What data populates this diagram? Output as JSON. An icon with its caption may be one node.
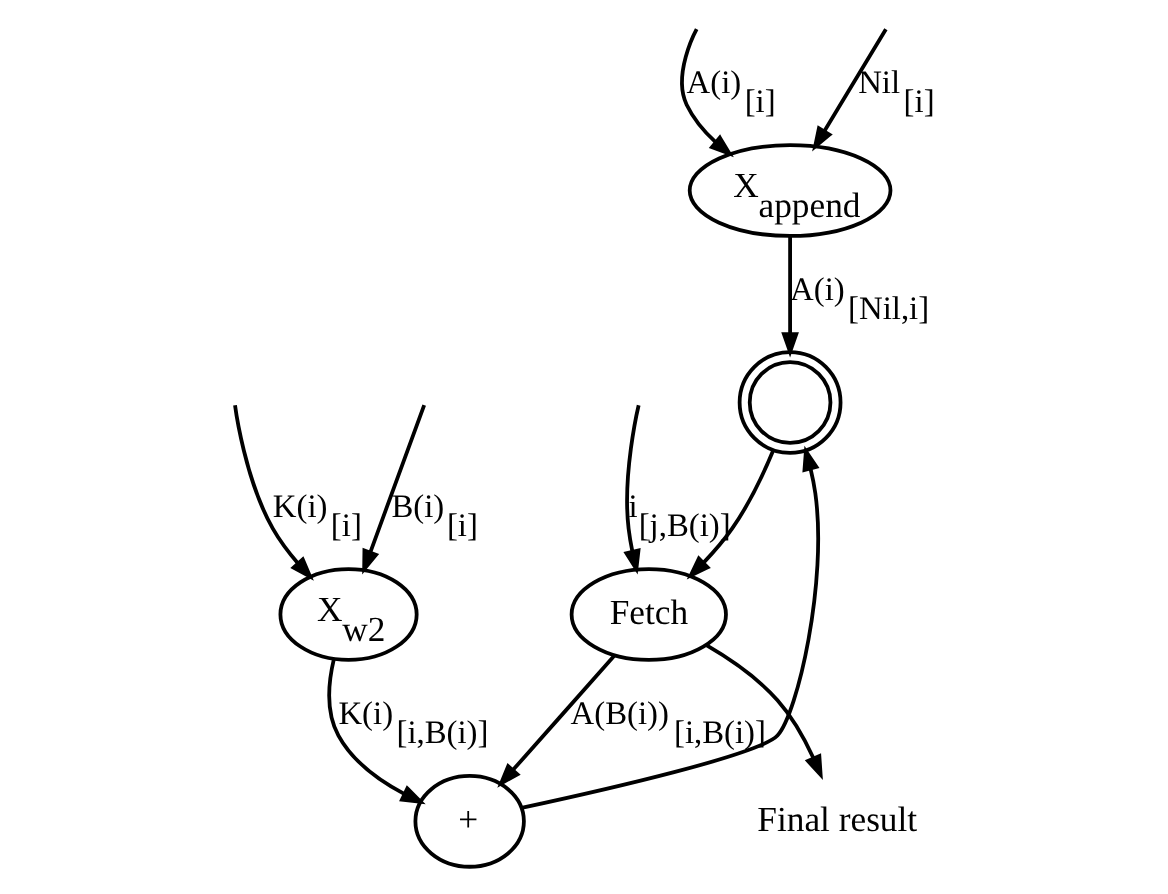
{
  "diagram": {
    "nodes": [
      {
        "text": [
          "X$_{append}$"
        ]
      },
      {
        "text": [],
        "shape": "circle"
      },
      {
        "text": [
          "Fetch"
        ]
      },
      {
        "text": [
          "X$_{w2}$"
        ]
      },
      {
        "text": [
          "+"
        ]
      },
      {
        "text": [
          "Final result"
        ]
      }
    ],
    "edges": [
      {
        "from": null,
        "to": 0,
        "arrow": "to",
        "label": "A(i)$_{[i]}$"
      },
      {
        "from": null,
        "to": 0,
        "arrow": "to",
        "label": "Nil$_{[i]}$"
      },
      {
        "from": 0,
        "to": 1,
        "arrow": "to",
        "label": "A(i)$_{[Nil,i]}$"
      },
      {
        "from": 1,
        "to": 2,
        "arrow": "to"
      },
      {
        "from": null,
        "to": 2,
        "arrow": "to",
        "label": "i$_{[j,B(i)]}$"
      },
      {
        "from": null,
        "to": 3,
        "arrow": "to",
        "label": "K(i)$_{[i]}$"
      },
      {
        "from": null,
        "to": 3,
        "arrow": "to",
        "label": "B(i)$_{[i]}$"
      },
      {
        "from": 2,
        "to": 4,
        "arrow": "to",
        "label": "A(B(i))$_{[i,B(i)]}$"
      },
      {
        "from": 3,
        "to": 4,
        "arrow": "to",
        "label": "K(i)$_{[i,B(i)]}$"
      },
      {
        "from": 2,
        "to": 5,
        "arrow": "to"
      },
      {
        "from": 4,
        "to": 1,
        "arrow": "to"
      }
    ]
  }
}
